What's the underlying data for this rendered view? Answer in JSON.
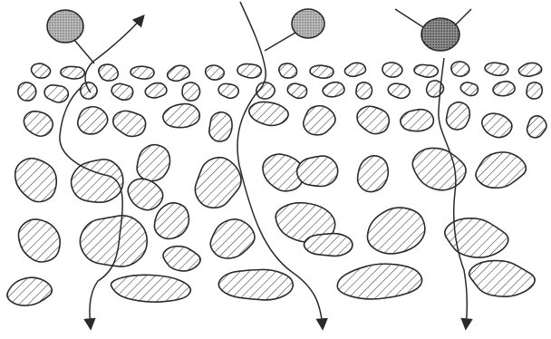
{
  "diagram": {
    "colors": {
      "ink": "#2a2a2a",
      "hatch": "#3a3a3a",
      "particle_fill": "#9a9a9a",
      "background": "#ffffff"
    },
    "particles": [
      {
        "name": "particle-left",
        "shade": "dotted"
      },
      {
        "name": "particle-middle",
        "shade": "dotted"
      },
      {
        "name": "particle-right",
        "shade": "dark"
      }
    ],
    "paths": [
      {
        "name": "path-left-bounce",
        "kind": "escapes-upward"
      },
      {
        "name": "path-middle-infiltrate",
        "kind": "penetrates-downward"
      },
      {
        "name": "path-right-infiltrate",
        "kind": "penetrates-downward"
      },
      {
        "name": "path-left-infiltrate",
        "kind": "penetrates-downward"
      }
    ],
    "layers": [
      "fine-top-layer",
      "coarse-lower-layer"
    ]
  }
}
